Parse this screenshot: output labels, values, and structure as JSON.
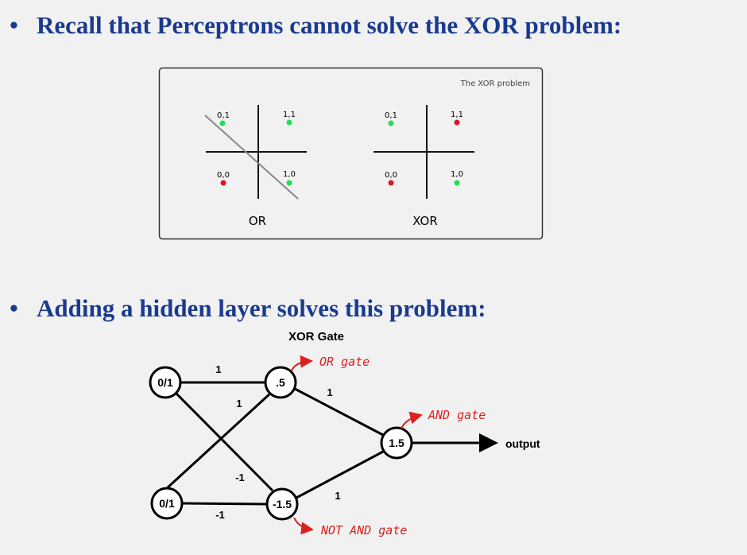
{
  "bullets": [
    {
      "marker": "•",
      "text": "Recall that Perceptrons cannot solve the XOR problem:"
    },
    {
      "marker": "•",
      "text": "Adding a hidden layer solves this problem:"
    }
  ],
  "xor_problem_figure": {
    "title": "The XOR problem",
    "plots": [
      {
        "label": "OR",
        "points": [
          {
            "label": "0,1",
            "color": "#22dd55"
          },
          {
            "label": "1,1",
            "color": "#22dd55"
          },
          {
            "label": "0,0",
            "color": "#e0141e"
          },
          {
            "label": "1,0",
            "color": "#22dd55"
          }
        ]
      },
      {
        "label": "XOR",
        "points": [
          {
            "label": "0,1",
            "color": "#22dd55"
          },
          {
            "label": "1,1",
            "color": "#e0141e"
          },
          {
            "label": "0,0",
            "color": "#e0141e"
          },
          {
            "label": "1,0",
            "color": "#22dd55"
          }
        ]
      }
    ]
  },
  "xor_gate": {
    "title": "XOR Gate",
    "nodes": {
      "input1": "0/1",
      "input2": "0/1",
      "hidden1": ".5",
      "hidden2": "-1.5",
      "output": "1.5"
    },
    "weights": {
      "in1_h1": "1",
      "in2_h1": "1",
      "in1_h2": "-1",
      "in2_h2": "-1",
      "h1_out": "1",
      "h2_out": "1"
    },
    "annotations": {
      "hidden1": "OR gate",
      "hidden2": "NOT AND gate",
      "output": "AND gate"
    },
    "output_label": "output"
  }
}
